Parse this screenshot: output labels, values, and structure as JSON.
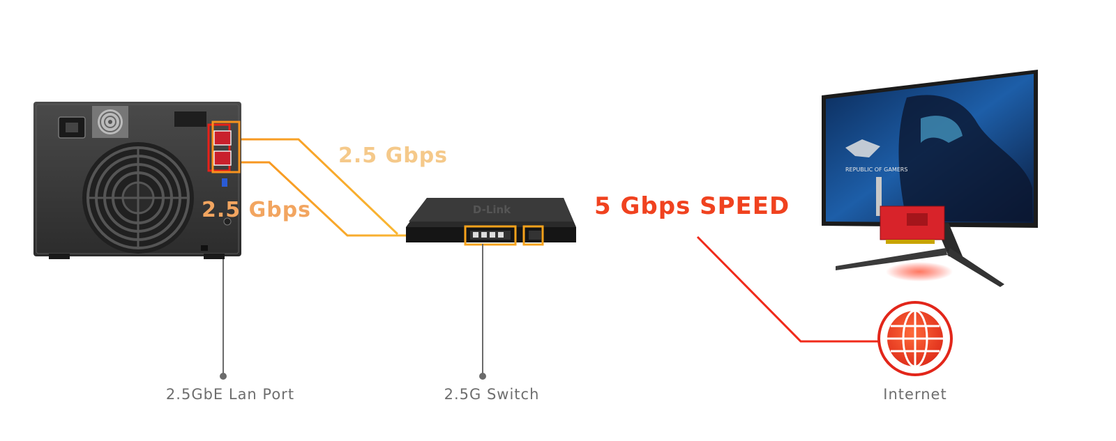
{
  "labels": {
    "speed_upper": "2.5 Gbps",
    "speed_lower": "2.5 Gbps",
    "speed_main": "5 Gbps SPEED",
    "caption_nas": "2.5GbE Lan Port",
    "caption_switch": "2.5G Switch",
    "caption_internet": "Internet",
    "switch_brand": "D-Link",
    "monitor_brand": "REPUBLIC OF GAMERS"
  },
  "colors": {
    "speed_upper": "#f5c98a",
    "speed_lower": "#f2a560",
    "speed_main": "#f0421f",
    "cable_orange": "#f7a21b",
    "cable_red": "#f02a1a",
    "caption": "#6e6e6e",
    "pin": "#6b6b6b"
  },
  "devices": [
    "nas-device",
    "network-switch",
    "gaming-monitor",
    "globe-icon"
  ]
}
